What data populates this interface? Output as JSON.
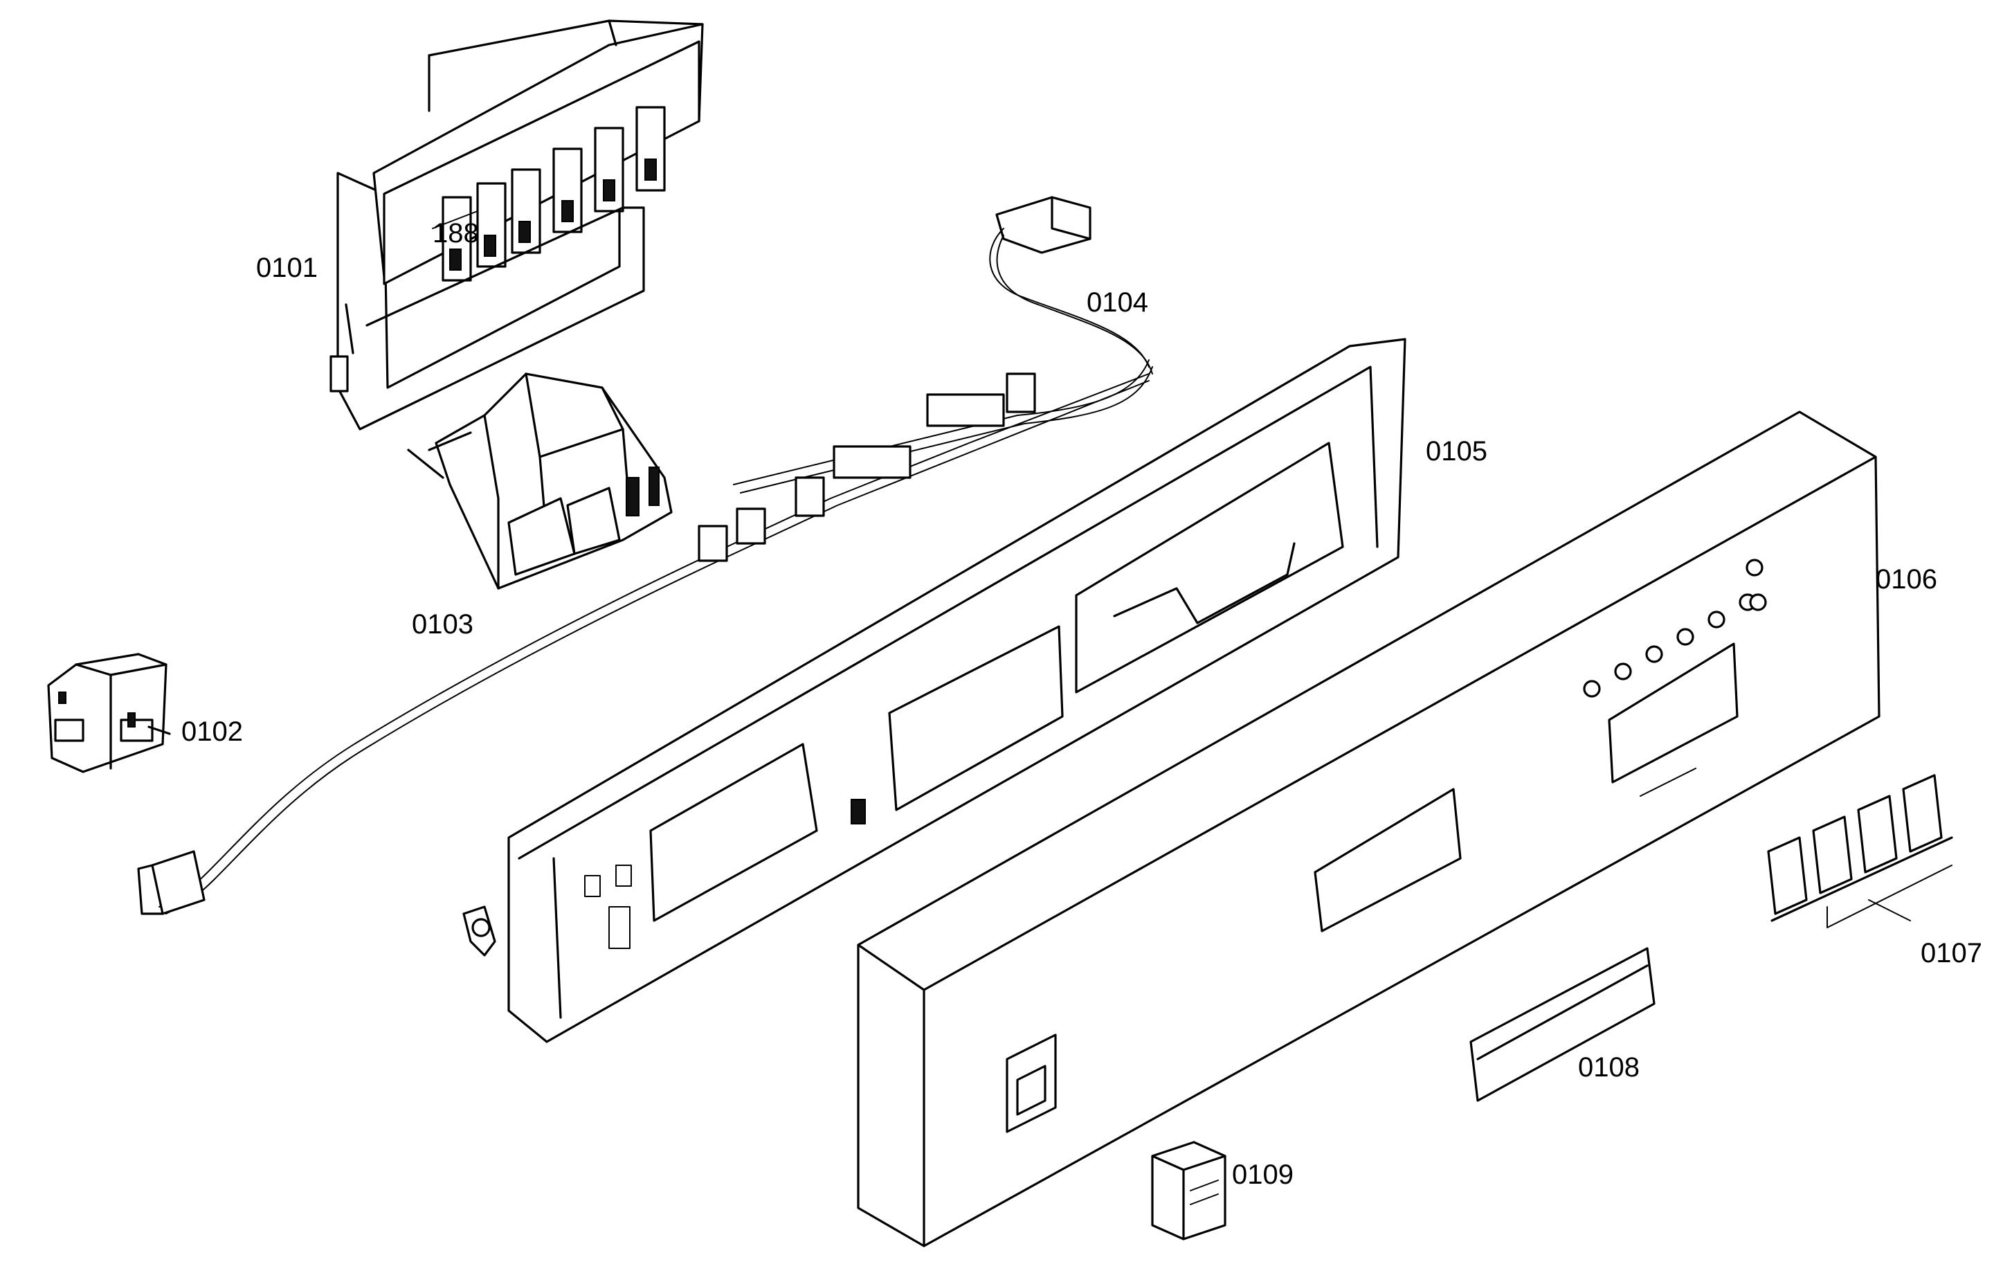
{
  "labels": {
    "p0101": "0101",
    "p0102": "0102",
    "p0103": "0103",
    "p0104": "0104",
    "p0105": "0105",
    "p0106": "0106",
    "p0107": "0107",
    "p0108": "0108",
    "p0109": "0109"
  }
}
